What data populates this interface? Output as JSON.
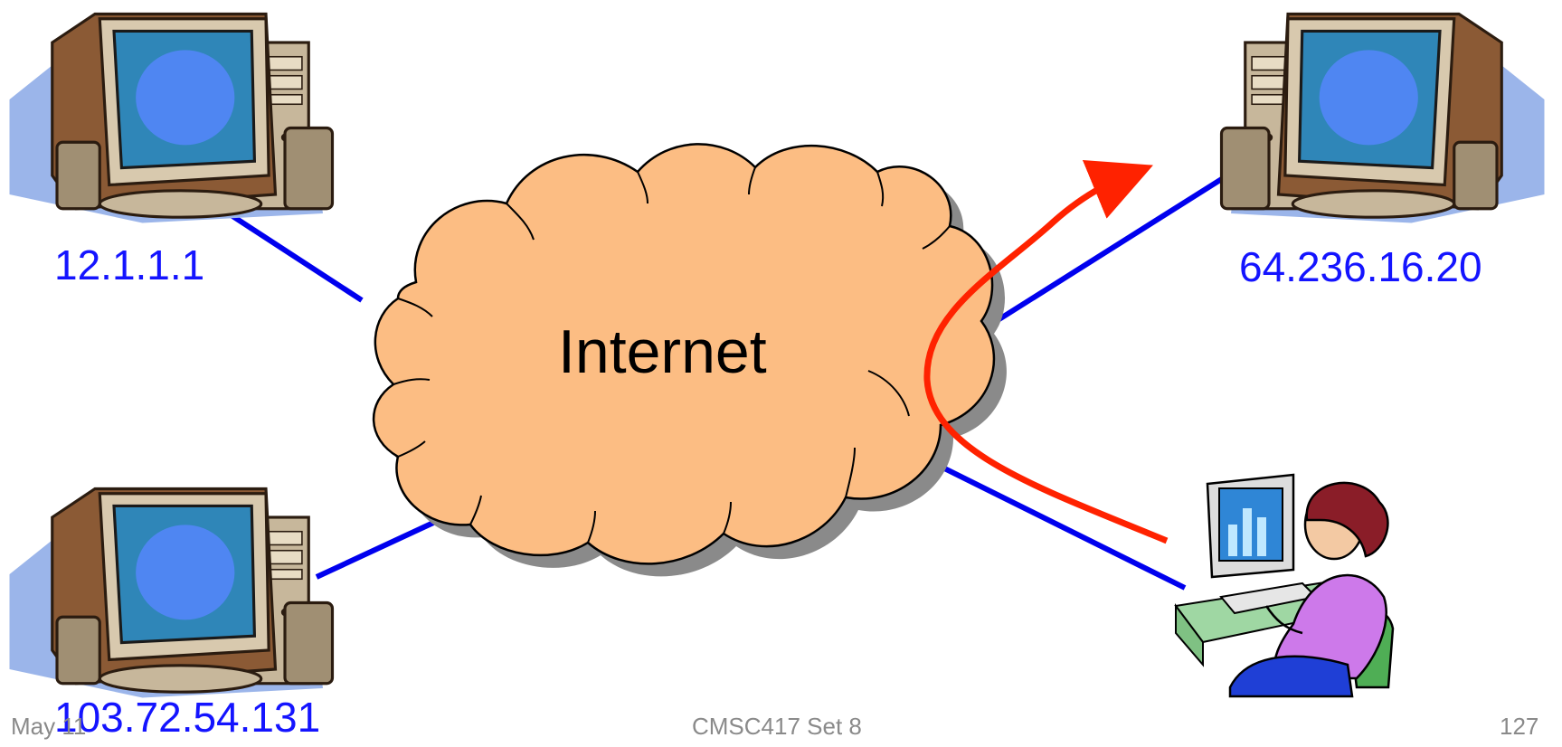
{
  "diagram": {
    "cloud_label": "Internet",
    "hosts": [
      {
        "id": "host-top-left",
        "ip": "12.1.1.1"
      },
      {
        "id": "host-bottom-left",
        "ip": "103.72.54.131"
      },
      {
        "id": "host-top-right",
        "ip": "64.236.16.20"
      },
      {
        "id": "user-workstation",
        "ip": ""
      }
    ],
    "colors": {
      "link": "#0000ee",
      "path_arrow": "#ff2200",
      "cloud_fill": "#fcbd83",
      "ip_text": "#1414ff"
    }
  },
  "footer": {
    "date": "May 11",
    "course": "CMSC417 Set 8",
    "page": "127"
  }
}
